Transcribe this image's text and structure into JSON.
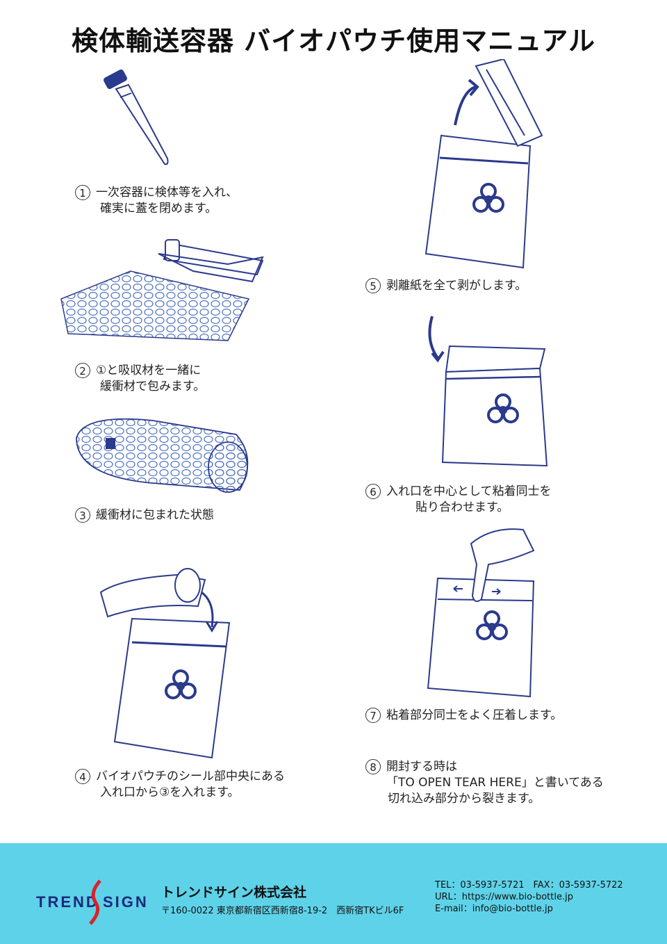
{
  "title": "検体輸送容器 バイオパウチ使用マニュアル",
  "steps": [
    {
      "num": "1",
      "line1": "一次容器に検体等を入れ、",
      "line2": "確実に蓋を閉めます。"
    },
    {
      "num": "2",
      "line1": "①と吸収材を一緒に",
      "line2": "緩衝材で包みます。"
    },
    {
      "num": "3",
      "line1": "緩衝材に包まれた状態",
      "line2": ""
    },
    {
      "num": "4",
      "line1": "バイオパウチのシール部中央にある",
      "line2": "入れ口から③を入れます。"
    },
    {
      "num": "5",
      "line1": "剥離紙を全て剥がします。",
      "line2": ""
    },
    {
      "num": "6",
      "line1": "入れ口を中心として粘着同士を",
      "line2": "貼り合わせます。"
    },
    {
      "num": "7",
      "line1": "粘着部分同士をよく圧着します。",
      "line2": ""
    },
    {
      "num": "8",
      "line1": "開封する時は",
      "line2": "「TO OPEN TEAR HERE」と書いてある",
      "line3": "切れ込み部分から裂きます。"
    }
  ],
  "footer": {
    "logo_left": "TREND",
    "logo_right": "SIGN",
    "company_name": "トレンドサイン株式会社",
    "address": "〒160-0022 東京都新宿区西新宿8-19-2　西新宿TKビル6F",
    "tel": "TEL：03-5937-5721　FAX：03-5937-5722",
    "url": "URL：https://www.bio-bottle.jp",
    "email": "E-mail：info@bio-bottle.jp"
  },
  "colors": {
    "line": "#2a3a8c",
    "footer_bg": "#5ed2e8",
    "logo": "#1a2a7a",
    "logo_swoosh": "#d8232a"
  },
  "icons": [
    "test-tube-icon",
    "bubble-wrap-icon",
    "biohazard-icon",
    "arrow-icon",
    "hand-icon"
  ]
}
